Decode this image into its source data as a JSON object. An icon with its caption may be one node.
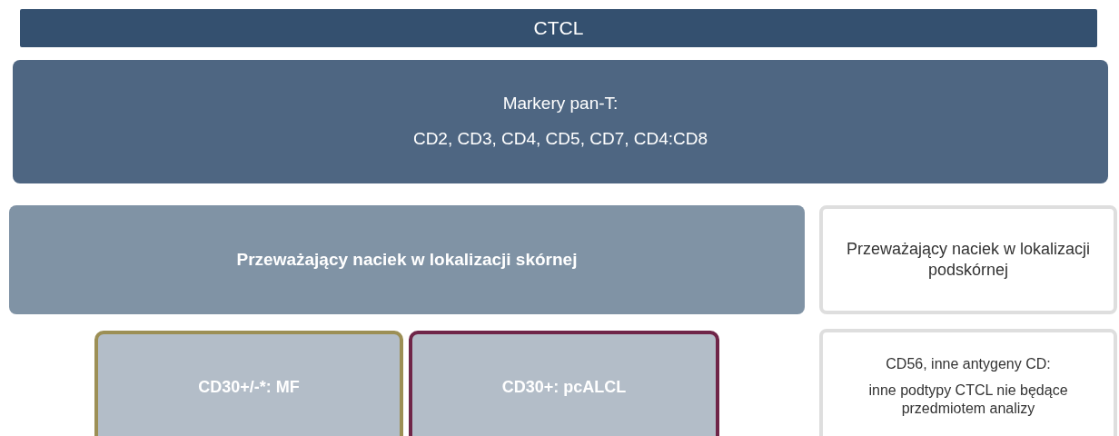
{
  "diagram": {
    "nodes": [
      {
        "text": [
          "CTCL"
        ]
      },
      {
        "text": [
          "Markery pan-T:",
          "CD2, CD3, CD4, CD5, CD7, CD4:CD8"
        ]
      },
      {
        "text": [
          "Przeważający naciek w lokalizacji skórnej"
        ]
      },
      {
        "text": [
          "Przeważający naciek w lokalizacji podskórnej"
        ]
      },
      {
        "text": [
          "CD30+/-*: MF"
        ]
      },
      {
        "text": [
          "CD30+: pcALCL"
        ]
      },
      {
        "text": [
          "CD56, inne antygeny CD:",
          "inne podtypy CTCL nie będące przedmiotem analizy"
        ]
      }
    ],
    "edges": []
  }
}
